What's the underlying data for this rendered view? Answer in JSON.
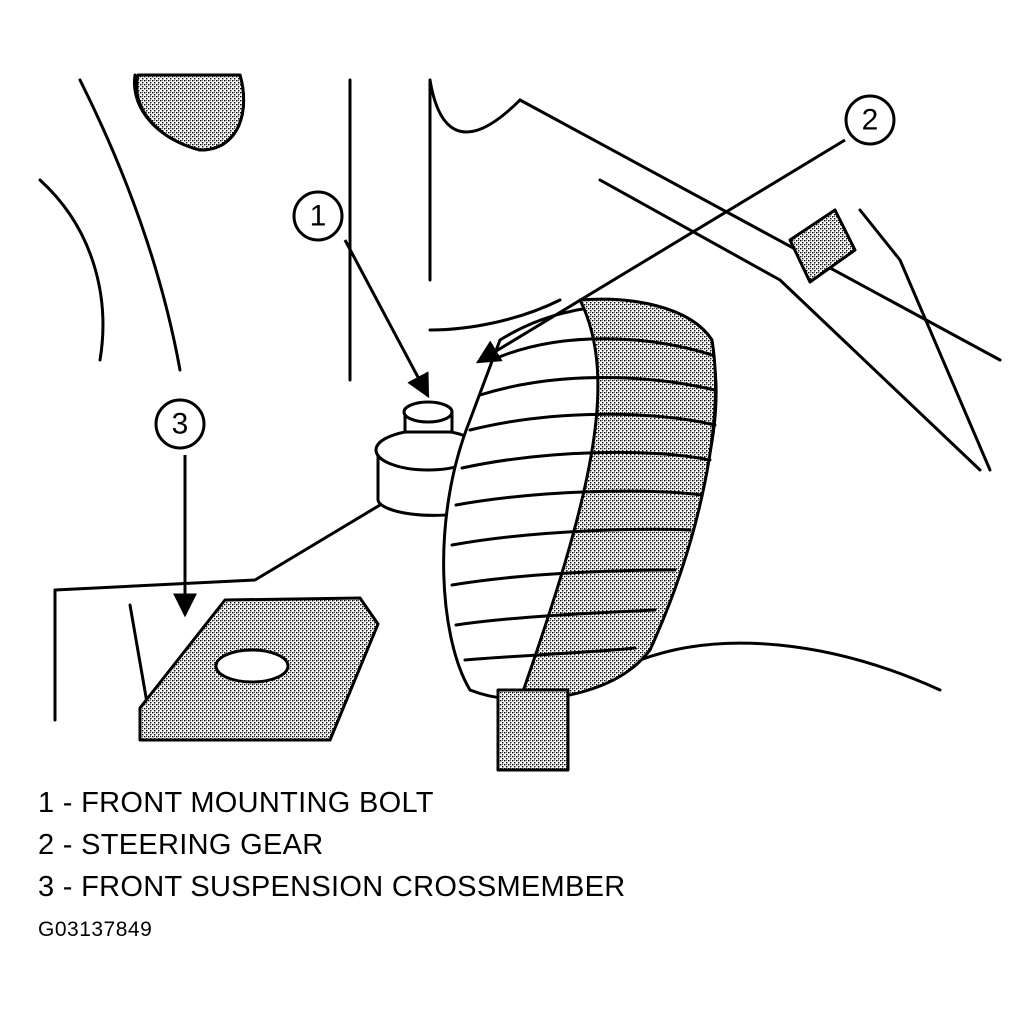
{
  "callouts": [
    {
      "number": "1",
      "text": "FRONT MOUNTING BOLT"
    },
    {
      "number": "2",
      "text": "STEERING GEAR"
    },
    {
      "number": "3",
      "text": "FRONT SUSPENSION CROSSMEMBER"
    }
  ],
  "legend_separator": " - ",
  "figure_id": "G03137849",
  "colors": {
    "line": "#000000",
    "background": "#ffffff",
    "stipple": "#555555"
  }
}
